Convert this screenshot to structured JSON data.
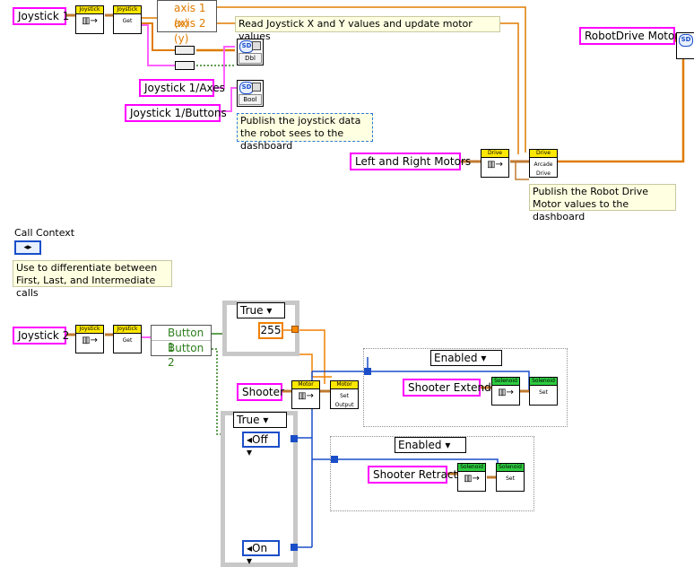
{
  "refnums": {
    "joystick1": "Joystick 1",
    "joystick1_axes": "Joystick 1/Axes",
    "joystick1_buttons": "Joystick 1/Buttons",
    "robotdrive_motors": "RobotDrive Motors",
    "left_right_motors": "Left and Right Motors",
    "joystick2": "Joystick 2",
    "shooter": "Shooter",
    "shooter_extend": "Shooter Extend",
    "shooter_retract": "Shooter Retract"
  },
  "vis": {
    "joystick_header": "Joystick",
    "get_label": "Get",
    "drive_header": "Drive",
    "arcade_drive": "Arcade Drive",
    "motor_header": "Motor",
    "set_output": "Set Output",
    "solenoid_header": "Solenoid",
    "set_label": "Set",
    "dbl_label": "Dbl",
    "bool_label": "Bool",
    "sd_label": "SD"
  },
  "axes": {
    "axis1": "axis 1 (x)",
    "axis2": "axis 2 (y)"
  },
  "buttons": {
    "button1": "Button 1",
    "button2": "Button 2"
  },
  "comments": {
    "read_joystick": "Read Joystick X and Y values and update motor values",
    "publish_joystick": "Publish the joystick data the robot sees to the dashboard",
    "publish_drive": "Publish the Robot Drive Motor values to the dashboard",
    "call_context_desc": "Use to differentiate between First, Last, and Intermediate calls"
  },
  "call_context": {
    "label": "Call Context"
  },
  "case_structures": {
    "true1": "True",
    "true2": "True",
    "enabled1": "Enabled",
    "enabled2": "Enabled"
  },
  "constants": {
    "value_255": "255",
    "off": "Off",
    "on": "On"
  },
  "colors": {
    "refnum_border": "#ff00ff",
    "numeric_wire": "#f08000",
    "bool_wire": "#2d7d1c",
    "enum_wire": "#1a4ec8",
    "refnum_wire": "#b5772f",
    "comment_bg": "#ffffe1"
  }
}
